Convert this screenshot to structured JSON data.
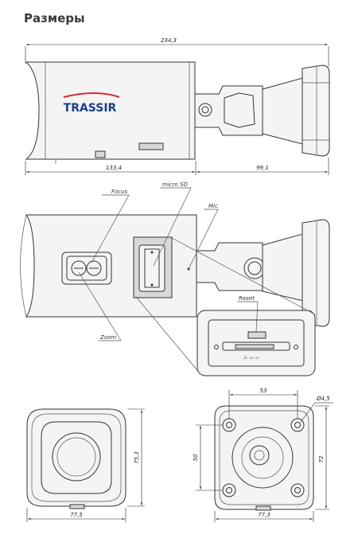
{
  "title": "Размеры",
  "logo_text": "TRASSIR",
  "colors": {
    "logo_blue": "#1d3e8c",
    "logo_red": "#d8282f",
    "line": "#333333"
  },
  "side_view": {
    "total_length": "234,3",
    "body_length": "133,4",
    "bracket_length": "99,1"
  },
  "detail_view": {
    "labels": {
      "focus": "Focus",
      "micro_sd": "micro SD",
      "mic": "Mic",
      "reset": "Reset",
      "zoom": "Zoom"
    }
  },
  "front_view": {
    "width": "77,5",
    "height": "75,3"
  },
  "base_view": {
    "hole_spacing_x": "53",
    "hole_diameter": "Ø4,5",
    "hole_spacing_y": "50",
    "height": "72",
    "width": "77,3"
  }
}
